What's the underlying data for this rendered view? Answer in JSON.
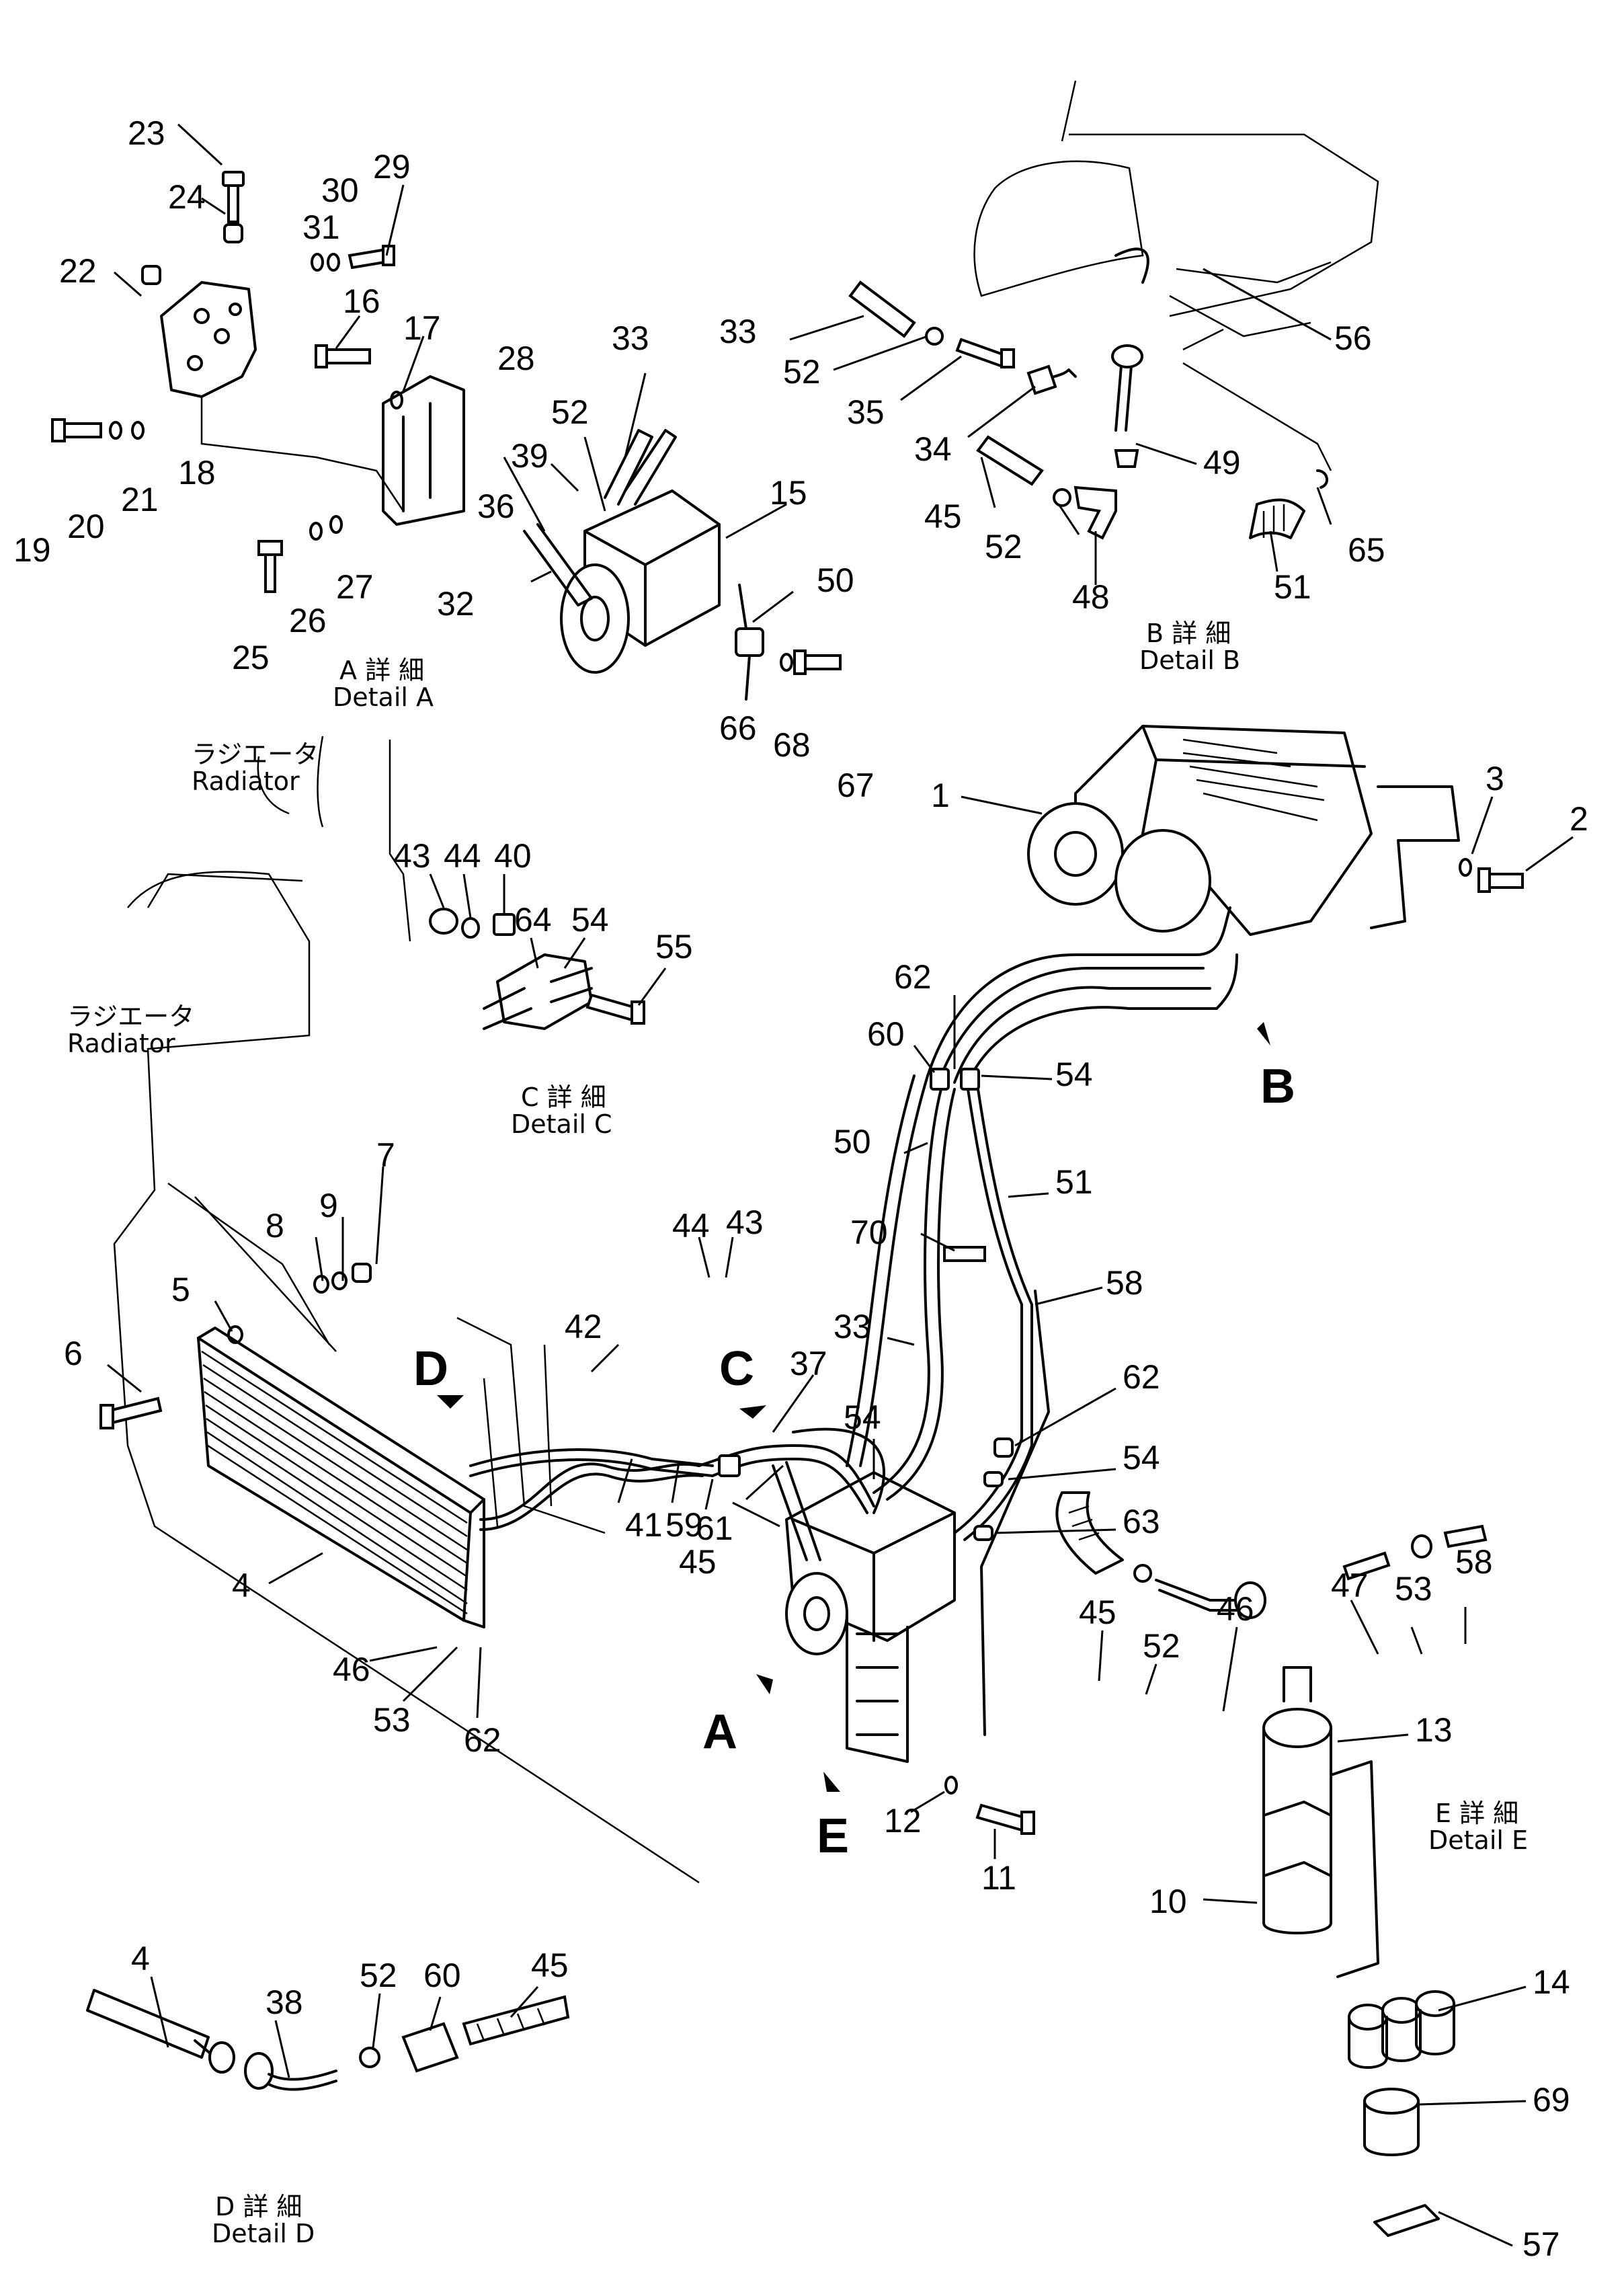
{
  "part_numbers": {
    "p23": "23",
    "p24": "24",
    "p22": "22",
    "p31": "31",
    "p30": "30",
    "p29": "29",
    "p16": "16",
    "p17": "17",
    "p28": "28",
    "p33a": "33",
    "p52a": "52",
    "p39": "39",
    "p19": "19",
    "p20": "20",
    "p21": "21",
    "p18": "18",
    "p36": "36",
    "p15": "15",
    "p32": "32",
    "p25": "25",
    "p26": "26",
    "p27": "27",
    "p50a": "50",
    "p66": "66",
    "p68": "68",
    "p67": "67",
    "p33b": "33",
    "p52b": "52",
    "p35": "35",
    "p34": "34",
    "p45a": "45",
    "p52c": "52",
    "p48": "48",
    "p49": "49",
    "p56": "56",
    "p51a": "51",
    "p65": "65",
    "p1": "1",
    "p3": "3",
    "p2": "2",
    "p43a": "43",
    "p44a": "44",
    "p40": "40",
    "p64": "64",
    "p54a": "54",
    "p55": "55",
    "p62a": "62",
    "p60a": "60",
    "p54b": "54",
    "p50b": "50",
    "p51b": "51",
    "p70": "70",
    "p58a": "58",
    "p33c": "33",
    "p62b": "62",
    "p54c": "54",
    "p63": "63",
    "p44b": "44",
    "p43b": "43",
    "p37": "37",
    "p54d": "54",
    "p7": "7",
    "p9": "9",
    "p8": "8",
    "p5": "5",
    "p6": "6",
    "p42": "42",
    "p41": "41",
    "p59": "59",
    "p61": "61",
    "p45b": "45",
    "p4a": "4",
    "p46a": "46",
    "p53a": "53",
    "p62c": "62",
    "p12": "12",
    "p11": "11",
    "p45c": "45",
    "p52d": "52",
    "p46b": "46",
    "p47": "47",
    "p53b": "53",
    "p58b": "58",
    "p13": "13",
    "p10": "10",
    "p14": "14",
    "p69": "69",
    "p57": "57",
    "p4b": "4",
    "p38": "38",
    "p52e": "52",
    "p60b": "60",
    "p45d": "45"
  },
  "view_arrows": {
    "A": "A",
    "B": "B",
    "C": "C",
    "D": "D",
    "E": "E"
  },
  "captions": {
    "detail_a_jp": "A 詳 細",
    "detail_a": "Detail A",
    "detail_b_jp": "B 詳 細",
    "detail_b": "Detail B",
    "detail_c_jp": "C 詳 細",
    "detail_c": "Detail C",
    "detail_d_jp": "D 詳 細",
    "detail_d": "Detail D",
    "detail_e_jp": "E 詳 細",
    "detail_e": "Detail E",
    "radiator1_jp": "ラジエータ",
    "radiator1": "Radiator",
    "radiator2_jp": "ラジエータ",
    "radiator2": "Radiator"
  }
}
